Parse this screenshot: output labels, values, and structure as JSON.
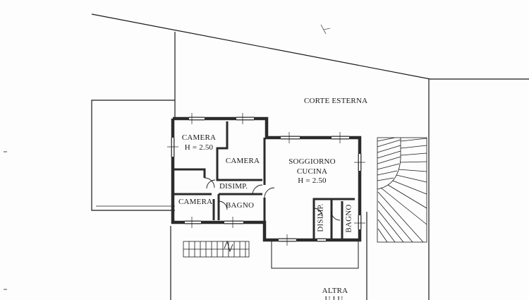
{
  "labels": {
    "corte_esterna": "CORTE ESTERNA",
    "camera_1": "CAMERA",
    "camera_1_height": "H = 2.50",
    "camera_2": "CAMERA",
    "camera_3": "CAMERA",
    "disimp_1": "DISIMP.",
    "bagno_1": "BAGNO",
    "soggiorno": "SOGGIORNO",
    "cucina": "CUCINA",
    "soggiorno_height": "H = 2.50",
    "disimp_2": "DISIMP.",
    "bagno_2": "BAGNO",
    "altra": "ALTRA",
    "altra_cut": "U.I.U."
  },
  "colors": {
    "ink": "#1a1a1a",
    "wall": "#2b2b2b",
    "paper": "#fdfdfd"
  }
}
